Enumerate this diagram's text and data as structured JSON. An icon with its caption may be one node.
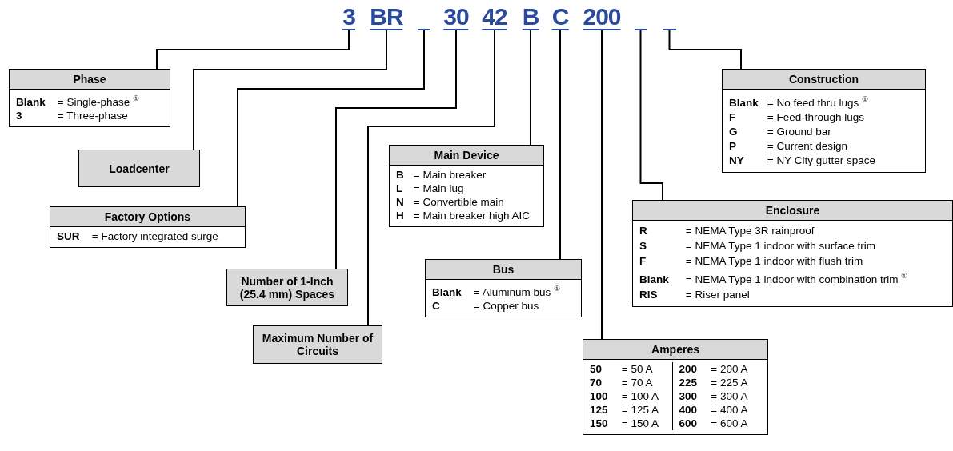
{
  "diagram": {
    "nodes": [
      {
        "text": [
          "3"
        ]
      },
      {
        "text": [
          "BR"
        ]
      },
      {
        "text": [],
        "shape": "bar"
      },
      {
        "text": [
          "30"
        ]
      },
      {
        "text": [
          "42"
        ]
      },
      {
        "text": [
          "B"
        ]
      },
      {
        "text": [
          "C"
        ]
      },
      {
        "text": [
          "200"
        ]
      },
      {
        "text": [],
        "shape": "bar"
      },
      {
        "text": [],
        "shape": "bar"
      },
      {
        "text": [
          "Phase",
          "**Blank** = Single-phase $^{①}$",
          "**3** = Three-phase"
        ]
      },
      {
        "text": [
          "Loadcenter"
        ]
      },
      {
        "text": [
          "Factory Options",
          "**SUR** = Factory integrated surge"
        ]
      },
      {
        "text": [
          "Number of 1-Inch (25.4 mm) Spaces"
        ]
      },
      {
        "text": [
          "Maximum Number of Circuits"
        ]
      },
      {
        "text": [
          "Main Device",
          "**B** = Main breaker",
          "**L** = Main lug",
          "**N** = Convertible main",
          "**H** = Main breaker high AIC"
        ]
      },
      {
        "text": [
          "Bus",
          "**Blank** = Aluminum bus $^{①}$",
          "**C** = Copper bus"
        ]
      },
      {
        "text": [
          "Amperes",
          "**50** = 50 A",
          "**70** = 70 A",
          "**100** = 100 A",
          "**125** = 125 A",
          "**150** = 150 A",
          "**200** = 200 A",
          "**225** = 225 A",
          "**300** = 300 A",
          "**400** = 400 A",
          "**600** = 600 A"
        ]
      },
      {
        "text": [
          "Enclosure",
          "**R** = NEMA Type 3R rainproof",
          "**S** = NEMA Type 1 indoor with surface trim",
          "**F** = NEMA Type 1 indoor with flush trim",
          "**Blank** = NEMA Type 1 indoor with combination trim $^{①}$",
          "**RIS** = Riser panel"
        ]
      },
      {
        "text": [
          "Construction",
          "**Blank** = No feed thru lugs $^{①}$",
          "**F** = Feed-through lugs",
          "**G** = Ground bar",
          "**P** = Current design",
          "**NY** = NY City gutter space"
        ]
      }
    ],
    "edges": [
      {
        "from": 0,
        "to": 10,
        "arrow": "none"
      },
      {
        "from": 1,
        "to": 11,
        "arrow": "none"
      },
      {
        "from": 2,
        "to": 12,
        "arrow": "none"
      },
      {
        "from": 3,
        "to": 13,
        "arrow": "none"
      },
      {
        "from": 4,
        "to": 14,
        "arrow": "none"
      },
      {
        "from": 5,
        "to": 15,
        "arrow": "none"
      },
      {
        "from": 6,
        "to": 16,
        "arrow": "none"
      },
      {
        "from": 7,
        "to": 17,
        "arrow": "none"
      },
      {
        "from": 8,
        "to": 18,
        "arrow": "none"
      },
      {
        "from": 9,
        "to": 19,
        "arrow": "none"
      }
    ]
  }
}
